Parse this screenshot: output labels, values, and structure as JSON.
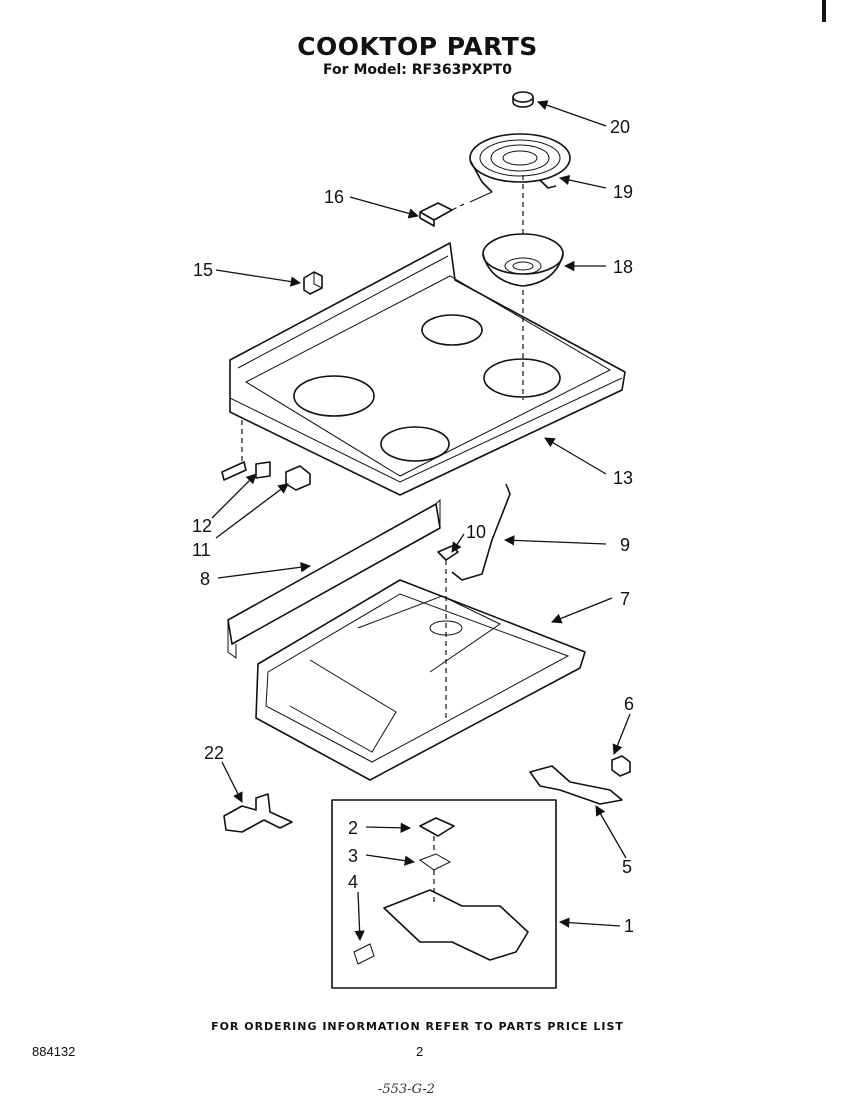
{
  "header": {
    "title": "COOKTOP PARTS",
    "model_line": "For Model: RF363PXPT0"
  },
  "callouts": [
    "20",
    "19",
    "16",
    "18",
    "15",
    "13",
    "12",
    "11",
    "10",
    "9",
    "8",
    "7",
    "6",
    "22",
    "2",
    "3",
    "4",
    "5",
    "1"
  ],
  "footer": {
    "ordering_note": "FOR ORDERING INFORMATION REFER TO PARTS PRICE LIST",
    "document_number": "884132",
    "page_number": "2",
    "handwritten_note": "-553-G-2"
  }
}
